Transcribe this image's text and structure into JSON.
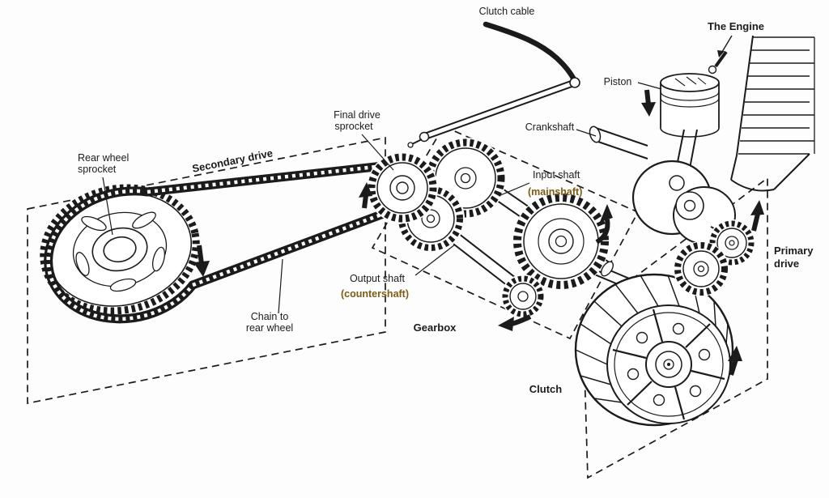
{
  "diagram": {
    "labels": {
      "clutch_cable": "Clutch cable",
      "the_engine": "The Engine",
      "piston": "Piston",
      "crankshaft": "Crankshaft",
      "final_drive_sprocket": [
        "Final drive",
        "sprocket"
      ],
      "rear_wheel_sprocket": [
        "Rear wheel",
        "sprocket"
      ],
      "secondary_drive": "Secondary drive",
      "input_shaft": "Input shaft",
      "input_shaft_alt": "(mainshaft)",
      "output_shaft": "Output shaft",
      "output_shaft_alt": "(countershaft)",
      "gearbox": "Gearbox",
      "chain_to_rear_wheel": [
        "Chain to",
        "rear wheel"
      ],
      "clutch": "Clutch",
      "primary_drive": [
        "Primary",
        "drive"
      ]
    },
    "colors": {
      "ink": "#1b1b1b",
      "highlight": "#7d5c16",
      "background": "#fdfdfd"
    }
  }
}
